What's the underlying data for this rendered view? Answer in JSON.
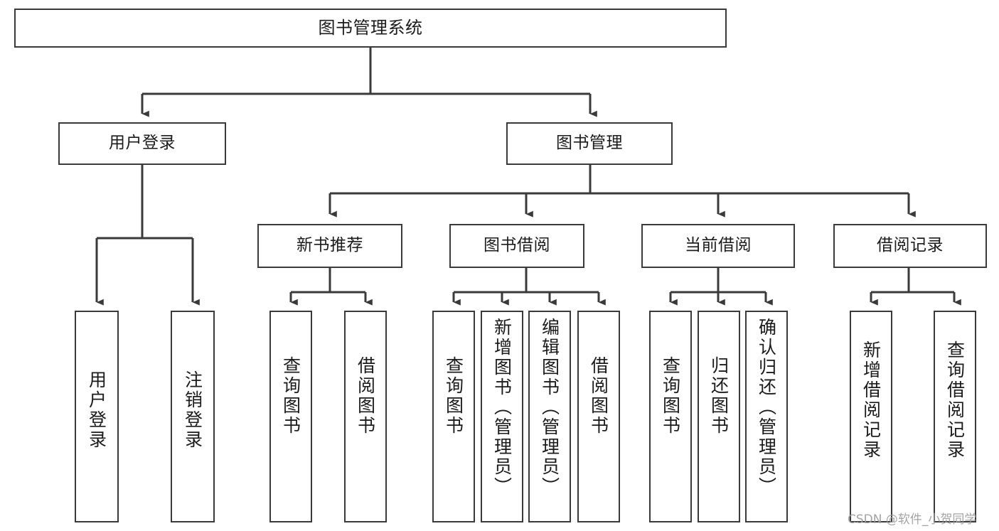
{
  "diagram": {
    "title": "图书管理系统",
    "type": "tree-hierarchy-diagram",
    "line_color": "#3a3a3a",
    "box_fill": "#ffffff",
    "text_color": "#1b1b1b",
    "root": {
      "label": "图书管理系统"
    },
    "level1": [
      {
        "label": "用户登录"
      },
      {
        "label": "图书管理"
      }
    ],
    "level2": [
      {
        "label": "新书推荐"
      },
      {
        "label": "图书借阅"
      },
      {
        "label": "当前借阅"
      },
      {
        "label": "借阅记录"
      }
    ],
    "leaves": {
      "user_login": [
        {
          "label": "用户登录"
        },
        {
          "label": "注销登录"
        }
      ],
      "new_book_recommend": [
        {
          "label": "查询图书"
        },
        {
          "label": "借阅图书"
        }
      ],
      "book_borrow": [
        {
          "label": "查询图书"
        },
        {
          "label": "新增图书（管理员）"
        },
        {
          "label": "编辑图书（管理员）"
        },
        {
          "label": "借阅图书"
        }
      ],
      "current_borrow": [
        {
          "label": "查询图书"
        },
        {
          "label": "归还图书"
        },
        {
          "label": "确认归还（管理员）"
        }
      ],
      "borrow_record": [
        {
          "label": "新增借阅记录"
        },
        {
          "label": "查询借阅记录"
        }
      ]
    }
  },
  "watermark": {
    "text": "CSDN @软件_小贺同学",
    "color": "#9c9c9c"
  }
}
